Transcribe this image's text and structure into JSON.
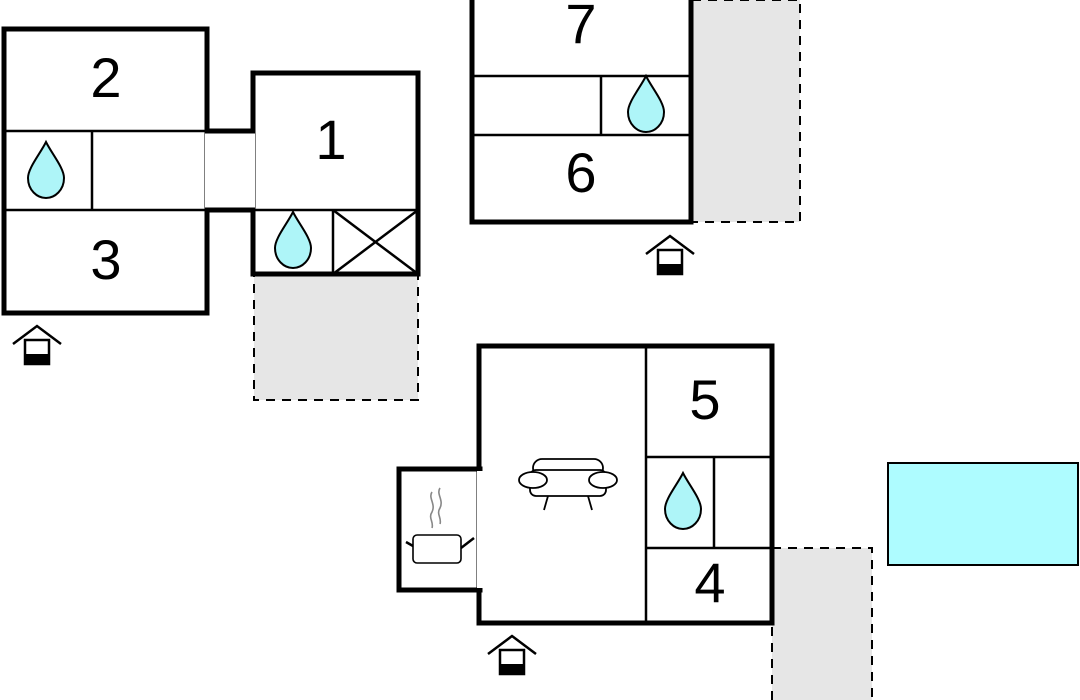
{
  "rooms": {
    "r1": "1",
    "r2": "2",
    "r3": "3",
    "r4": "4",
    "r5": "5",
    "r6": "6",
    "r7": "7"
  },
  "icons": {
    "bathroom": "water-drop-icon",
    "entrance": "house-entrance-icon",
    "living": "sofa-icon",
    "kitchen": "cooking-pot-icon",
    "utility": "cross-box-icon",
    "pool": "swimming-pool"
  },
  "colors": {
    "wall": "#000000",
    "water": "#aef5f8",
    "pool": "#aefcff",
    "terrace": "#e6e6e6"
  }
}
